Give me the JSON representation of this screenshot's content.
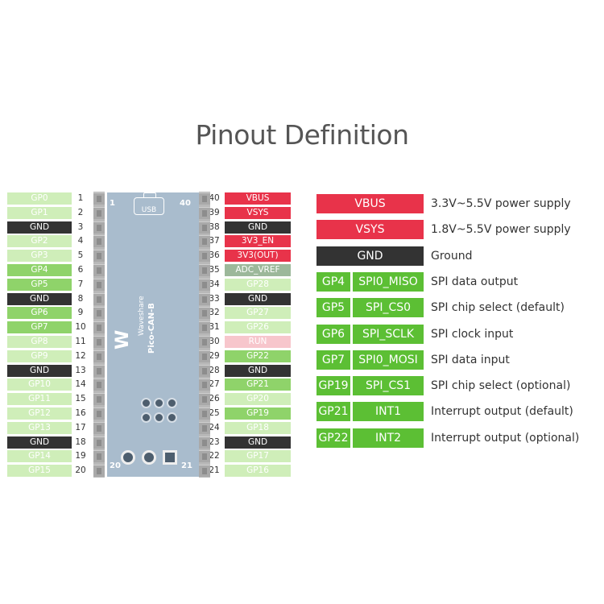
{
  "title": "Pinout Definition",
  "colors": {
    "gpio": "#8fd36a",
    "gpio_faded": "#cfeeb9",
    "gnd": "#333333",
    "power": "#e8334a",
    "power_faded": "#f7c6cc",
    "adc": "#9cb89a",
    "legend_green": "#5cbf34",
    "header_gray": "#b3b3b3"
  },
  "board": {
    "usb_label": "USB",
    "brand": "Waveshare",
    "model": "Pico-CAN-B",
    "corner_1": "1",
    "corner_40": "40",
    "corner_20": "20",
    "corner_21": "21"
  },
  "left_pins": [
    {
      "label": "GP0",
      "num": "1",
      "kind": "gpio_faded"
    },
    {
      "label": "GP1",
      "num": "2",
      "kind": "gpio_faded"
    },
    {
      "label": "GND",
      "num": "3",
      "kind": "gnd"
    },
    {
      "label": "GP2",
      "num": "4",
      "kind": "gpio_faded"
    },
    {
      "label": "GP3",
      "num": "5",
      "kind": "gpio_faded"
    },
    {
      "label": "GP4",
      "num": "6",
      "kind": "gpio"
    },
    {
      "label": "GP5",
      "num": "7",
      "kind": "gpio"
    },
    {
      "label": "GND",
      "num": "8",
      "kind": "gnd"
    },
    {
      "label": "GP6",
      "num": "9",
      "kind": "gpio"
    },
    {
      "label": "GP7",
      "num": "10",
      "kind": "gpio"
    },
    {
      "label": "GP8",
      "num": "11",
      "kind": "gpio_faded"
    },
    {
      "label": "GP9",
      "num": "12",
      "kind": "gpio_faded"
    },
    {
      "label": "GND",
      "num": "13",
      "kind": "gnd"
    },
    {
      "label": "GP10",
      "num": "14",
      "kind": "gpio_faded"
    },
    {
      "label": "GP11",
      "num": "15",
      "kind": "gpio_faded"
    },
    {
      "label": "GP12",
      "num": "16",
      "kind": "gpio_faded"
    },
    {
      "label": "GP13",
      "num": "17",
      "kind": "gpio_faded"
    },
    {
      "label": "GND",
      "num": "18",
      "kind": "gnd"
    },
    {
      "label": "GP14",
      "num": "19",
      "kind": "gpio_faded"
    },
    {
      "label": "GP15",
      "num": "20",
      "kind": "gpio_faded"
    }
  ],
  "right_pins": [
    {
      "label": "VBUS",
      "num": "40",
      "kind": "power"
    },
    {
      "label": "VSYS",
      "num": "39",
      "kind": "power"
    },
    {
      "label": "GND",
      "num": "38",
      "kind": "gnd"
    },
    {
      "label": "3V3_EN",
      "num": "37",
      "kind": "power"
    },
    {
      "label": "3V3(OUT)",
      "num": "36",
      "kind": "power"
    },
    {
      "label": "ADC_VREF",
      "num": "35",
      "kind": "adc"
    },
    {
      "label": "GP28",
      "num": "34",
      "kind": "gpio_faded"
    },
    {
      "label": "GND",
      "num": "33",
      "kind": "gnd"
    },
    {
      "label": "GP27",
      "num": "32",
      "kind": "gpio_faded"
    },
    {
      "label": "GP26",
      "num": "31",
      "kind": "gpio_faded"
    },
    {
      "label": "RUN",
      "num": "30",
      "kind": "power_faded"
    },
    {
      "label": "GP22",
      "num": "29",
      "kind": "gpio"
    },
    {
      "label": "GND",
      "num": "28",
      "kind": "gnd"
    },
    {
      "label": "GP21",
      "num": "27",
      "kind": "gpio"
    },
    {
      "label": "GP20",
      "num": "26",
      "kind": "gpio_faded"
    },
    {
      "label": "GP19",
      "num": "25",
      "kind": "gpio"
    },
    {
      "label": "GP18",
      "num": "24",
      "kind": "gpio_faded"
    },
    {
      "label": "GND",
      "num": "23",
      "kind": "gnd"
    },
    {
      "label": "GP17",
      "num": "22",
      "kind": "gpio_faded"
    },
    {
      "label": "GP16",
      "num": "21",
      "kind": "gpio_faded"
    }
  ],
  "legend": [
    {
      "pin": "",
      "function": "VBUS",
      "desc": "3.3V~5.5V power supply",
      "kind": "power"
    },
    {
      "pin": "",
      "function": "VSYS",
      "desc": "1.8V~5.5V power supply",
      "kind": "power"
    },
    {
      "pin": "",
      "function": "GND",
      "desc": "Ground",
      "kind": "gnd"
    },
    {
      "pin": "GP4",
      "function": "SPI0_MISO",
      "desc": "SPI data output",
      "kind": "spi"
    },
    {
      "pin": "GP5",
      "function": "SPI_CS0",
      "desc": "SPI chip select (default)",
      "kind": "spi"
    },
    {
      "pin": "GP6",
      "function": "SPI_SCLK",
      "desc": "SPI clock input",
      "kind": "spi"
    },
    {
      "pin": "GP7",
      "function": "SPI0_MOSI",
      "desc": "SPI data input",
      "kind": "spi"
    },
    {
      "pin": "GP19",
      "function": "SPI_CS1",
      "desc": "SPI chip select (optional)",
      "kind": "spi"
    },
    {
      "pin": "GP21",
      "function": "INT1",
      "desc": "Interrupt output (default)",
      "kind": "spi"
    },
    {
      "pin": "GP22",
      "function": "INT2",
      "desc": "Interrupt output (optional)",
      "kind": "spi"
    }
  ]
}
